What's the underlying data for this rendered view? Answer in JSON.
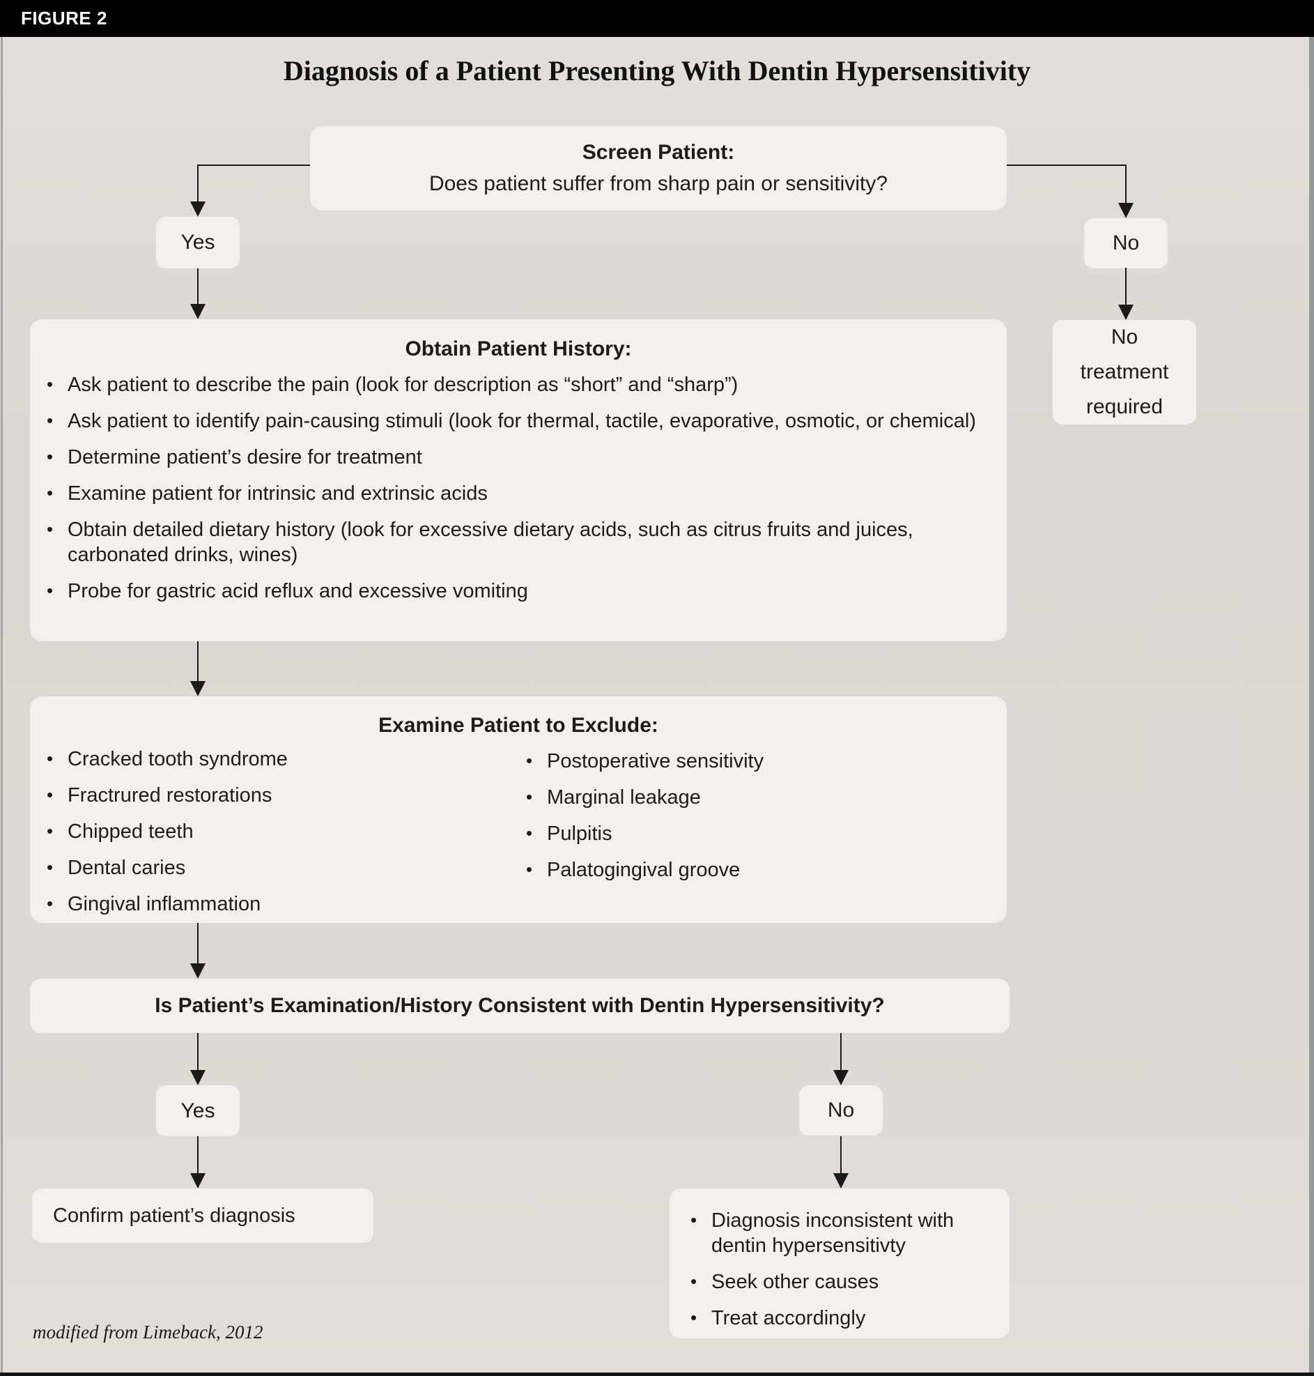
{
  "figure_label": "FIGURE 2",
  "title": "Diagnosis of a Patient Presenting With Dentin Hypersensitivity",
  "colors": {
    "header_bg": "#000000",
    "canvas_bg": "#dcd8d3",
    "box_bg": "#f4f1ec",
    "text": "#1d1c1a",
    "line": "#1a1a1a"
  },
  "nodes": {
    "screen": {
      "heading": "Screen Patient:",
      "question": "Does patient suffer from sharp pain or sensitivity?"
    },
    "yes_top": {
      "label": "Yes"
    },
    "no_top": {
      "label": "No"
    },
    "no_treatment": {
      "text": "No treatment required"
    },
    "history": {
      "heading": "Obtain Patient History:",
      "bullets": [
        "Ask patient to describe the pain (look for description as “short” and “sharp”)",
        "Ask patient to identify pain-causing stimuli (look for thermal, tactile, evaporative, osmotic, or chemical)",
        "Determine patient’s desire for treatment",
        "Examine patient for intrinsic and extrinsic acids",
        "Obtain detailed dietary history (look for excessive dietary acids, such as citrus fruits and juices, carbonated drinks, wines)",
        "Probe for gastric acid reflux and excessive vomiting"
      ]
    },
    "examine": {
      "heading": "Examine Patient to Exclude:",
      "left_bullets": [
        "Cracked tooth syndrome",
        "Fractrured restorations",
        "Chipped teeth",
        "Dental caries",
        "Gingival inflammation"
      ],
      "right_bullets": [
        "Postoperative sensitivity",
        "Marginal leakage",
        "Pulpitis",
        "Palatogingival groove"
      ]
    },
    "consistent": {
      "question": "Is Patient’s Examination/History Consistent with Dentin Hypersensitivity?"
    },
    "yes_bottom": {
      "label": "Yes"
    },
    "no_bottom": {
      "label": "No"
    },
    "confirm": {
      "text": "Confirm patient’s diagnosis"
    },
    "outcome": {
      "bullets": [
        "Diagnosis inconsistent with dentin hypersensitivty",
        "Seek other causes",
        "Treat accordingly"
      ]
    }
  },
  "footnote": "modified from Limeback, 2012"
}
